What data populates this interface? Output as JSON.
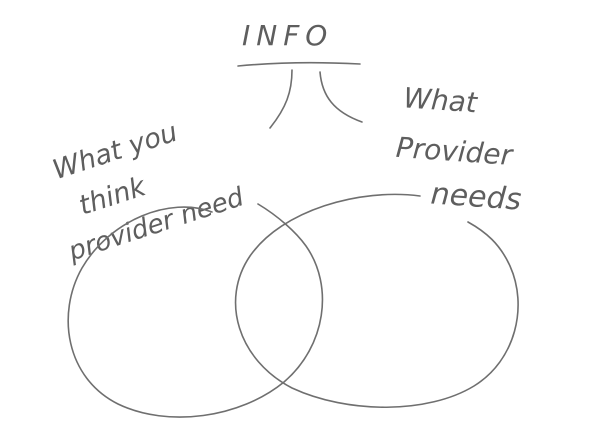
{
  "title": "INFO",
  "left_label": {
    "lines": [
      "What you",
      "think",
      "provider need"
    ]
  },
  "right_label": {
    "lines": [
      "What",
      "Provider",
      "needs"
    ]
  },
  "colors": {
    "ink": "#6f6f6f",
    "background": "#ffffff"
  }
}
